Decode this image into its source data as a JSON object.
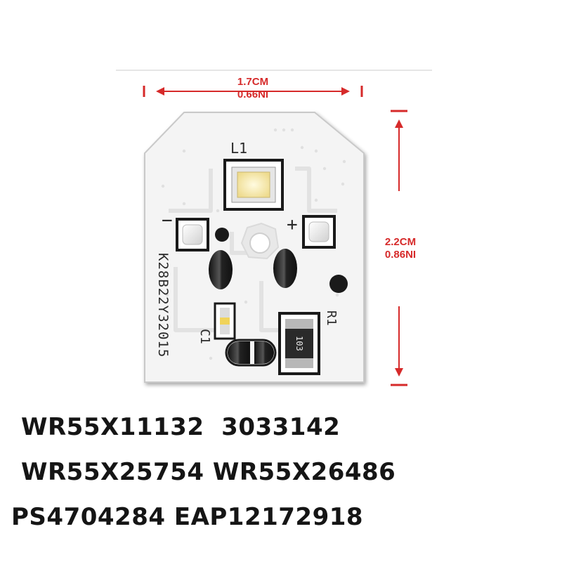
{
  "dimensions": {
    "width": {
      "cm": "1.7CM",
      "in": "0.66NI"
    },
    "height": {
      "cm": "2.2CM",
      "in": "0.86NI"
    },
    "color": "#d62a2a"
  },
  "board": {
    "silkscreen": {
      "led": "L1",
      "minus": "−",
      "plus": "+",
      "serial": "K28B22Y32015",
      "capacitor": "C1",
      "resistor": "R1",
      "resistor_code": "103"
    },
    "colors": {
      "pcb": "#f2f2f2",
      "led": "#f5e6a8",
      "pad": "#1a1a1a"
    }
  },
  "part_numbers": {
    "line1": "WR55X11132  3033142",
    "line2": "WR55X25754 WR55X26486",
    "line3": "PS4704284 EAP12172918"
  }
}
